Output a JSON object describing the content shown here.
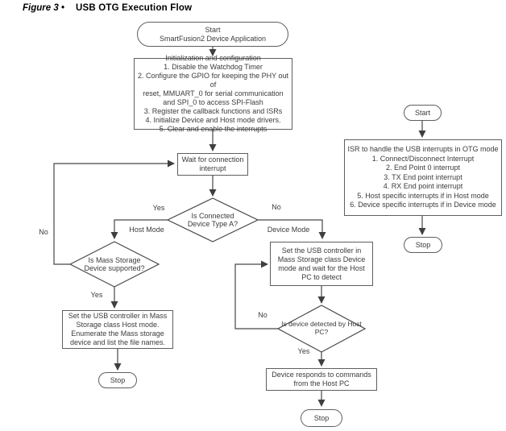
{
  "figure": {
    "label": "Figure 3 •",
    "title": "USB OTG Execution Flow"
  },
  "colors": {
    "line": "#474747",
    "box_border": "#5f5f5f",
    "text": "#3b3b3b",
    "title_text": "#000000",
    "background": "#ffffff"
  },
  "main_flow": {
    "start_node": "Start\nSmartFusion2 Device Application",
    "init_node": "Initialization and configuration\n1. Disable the Watchdog Timer\n2. Configure the GPIO for keeping the PHY out of\nreset, MMUART_0 for serial communication\nand SPI_0 to access SPI-Flash\n3. Register the callback functions and ISRs\n4. Initialize Device and Host mode drivers.\n5. Clear and enable the interrupts",
    "wait_node": "Wait for connection\ninterrupt",
    "decision_type_a": "Is Connected\nDevice Type A?",
    "label_yes": "Yes",
    "label_no": "No",
    "label_host_mode": "Host Mode",
    "label_device_mode": "Device Mode",
    "label_no_feedback": "No"
  },
  "host_branch": {
    "decision_mass_storage": "Is Mass Storage\nDevice supported?",
    "label_yes": "Yes",
    "set_host_node": "Set the USB controller in Mass\nStorage class Host mode.\nEnumerate the Mass storage\ndevice and list the file names.",
    "stop_node": "Stop"
  },
  "device_branch": {
    "set_device_node": "Set the USB controller in\nMass Storage class Device\nmode and wait for the Host\nPC to detect",
    "decision_detected": "Is device detected by Host\nPC?",
    "label_no": "No",
    "label_yes": "Yes",
    "responds_node": "Device responds to commands\nfrom the Host PC",
    "stop_node": "Stop"
  },
  "isr_flow": {
    "start_node": "Start",
    "isr_node": "ISR to handle the USB interrupts in OTG mode\n1. Connect/Disconnect Interrupt\n2. End Point 0 interrupt\n3. TX End point interrupt\n4. RX End point interrupt\n5. Host specific interrupts if in Host mode\n6. Device specific interrupts if in Device mode",
    "stop_node": "Stop"
  }
}
